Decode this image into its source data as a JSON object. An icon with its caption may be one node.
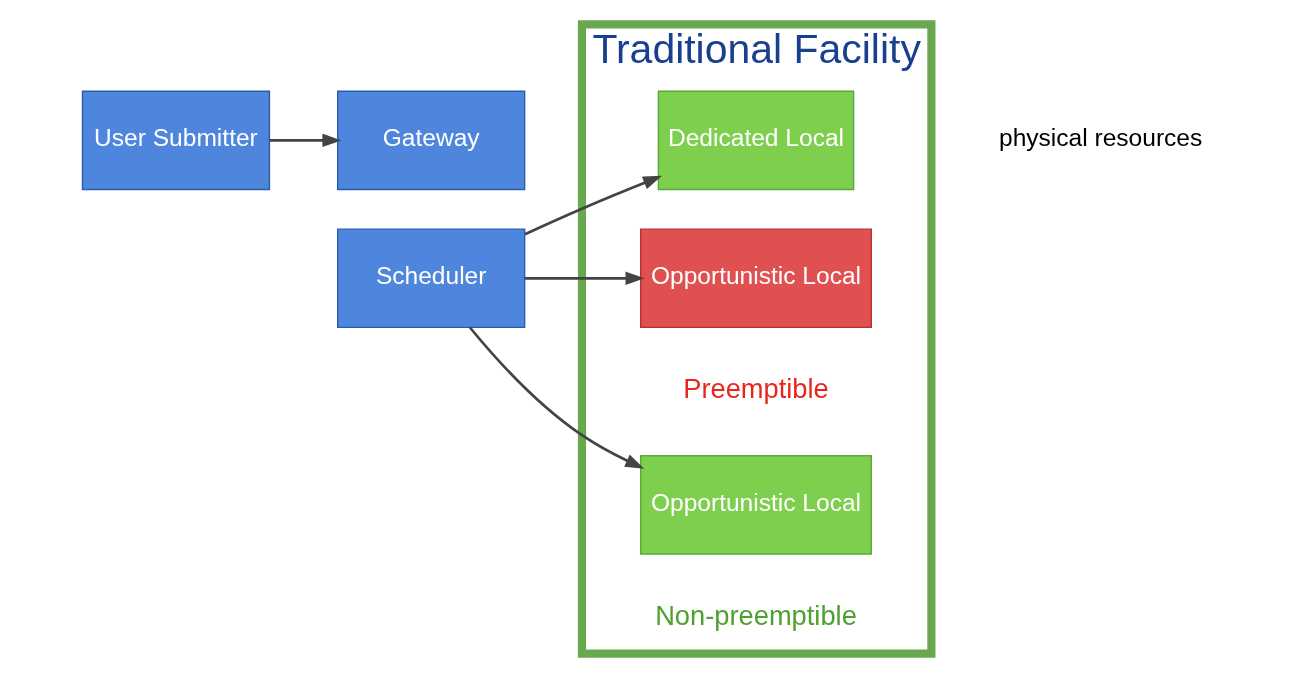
{
  "diagram": {
    "nodes": [
      {
        "text": [
          "User Submitter"
        ]
      },
      {
        "text": [
          "Gateway"
        ]
      },
      {
        "text": [
          "Scheduler"
        ]
      },
      {
        "text": [
          "Traditional Facility"
        ],
        "beside": [
          "physical resources"
        ]
      },
      {
        "text": [
          "Opportunistic Local"
        ],
        "in": 3
      },
      {
        "text": [
          "Opportunistic Local"
        ],
        "in": 3
      },
      {
        "text": [
          "Dedicated Local"
        ],
        "in": 3
      }
    ],
    "edges": [
      {
        "from": 0,
        "to": 1,
        "arrow": "to"
      },
      {
        "from": 2,
        "to": 4,
        "arrow": "to"
      },
      {
        "from": 2,
        "to": 5,
        "arrow": "to"
      },
      {
        "from": 2,
        "to": 6,
        "arrow": "to"
      }
    ],
    "labels": [
      "Non-preemptible",
      "Preemptible"
    ]
  }
}
